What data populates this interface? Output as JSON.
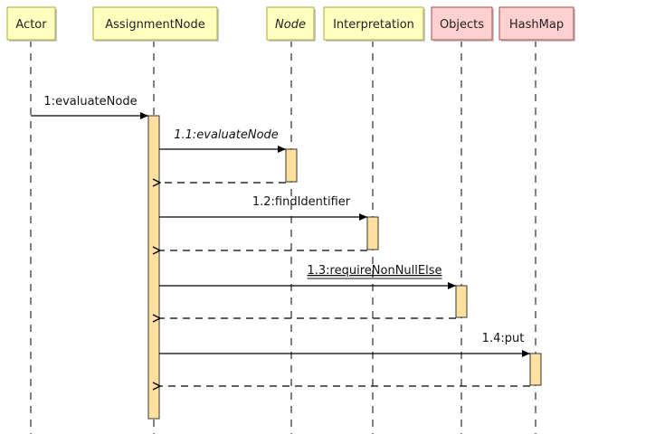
{
  "diagram": {
    "type": "sequence",
    "participants": [
      {
        "id": "actor",
        "label": "Actor",
        "style": "normal",
        "fill": "#ffffc0",
        "stroke": "#a8a838"
      },
      {
        "id": "assignment",
        "label": "AssignmentNode",
        "style": "normal",
        "fill": "#ffffc0",
        "stroke": "#a8a838"
      },
      {
        "id": "node",
        "label": "Node",
        "style": "italic",
        "fill": "#ffffc0",
        "stroke": "#a8a838"
      },
      {
        "id": "interp",
        "label": "Interpretation",
        "style": "normal",
        "fill": "#ffffc0",
        "stroke": "#a8a838"
      },
      {
        "id": "objects",
        "label": "Objects",
        "style": "normal",
        "fill": "#ffd0d0",
        "stroke": "#a84848"
      },
      {
        "id": "hashmap",
        "label": "HashMap",
        "style": "normal",
        "fill": "#ffd0d0",
        "stroke": "#a84848"
      }
    ],
    "messages": [
      {
        "label": "1:evaluateNode",
        "from": "actor",
        "to": "assignment",
        "kind": "call",
        "italic": false,
        "underline": false
      },
      {
        "label": "1.1:evaluateNode",
        "from": "assignment",
        "to": "node",
        "kind": "call",
        "italic": true,
        "underline": false
      },
      {
        "label": "",
        "from": "node",
        "to": "assignment",
        "kind": "return"
      },
      {
        "label": "1.2:findIdentifier",
        "from": "assignment",
        "to": "interp",
        "kind": "call",
        "italic": false,
        "underline": false
      },
      {
        "label": "",
        "from": "interp",
        "to": "assignment",
        "kind": "return"
      },
      {
        "label": "1.3:requireNonNullElse",
        "from": "assignment",
        "to": "objects",
        "kind": "call",
        "italic": false,
        "underline": true
      },
      {
        "label": "",
        "from": "objects",
        "to": "assignment",
        "kind": "return"
      },
      {
        "label": "1.4:put",
        "from": "assignment",
        "to": "hashmap",
        "kind": "call",
        "italic": false,
        "underline": false
      },
      {
        "label": "",
        "from": "hashmap",
        "to": "assignment",
        "kind": "return"
      }
    ],
    "colors": {
      "activation_fill": "#ffe0a0",
      "activation_stroke": "#333333",
      "line": "#000000"
    }
  }
}
